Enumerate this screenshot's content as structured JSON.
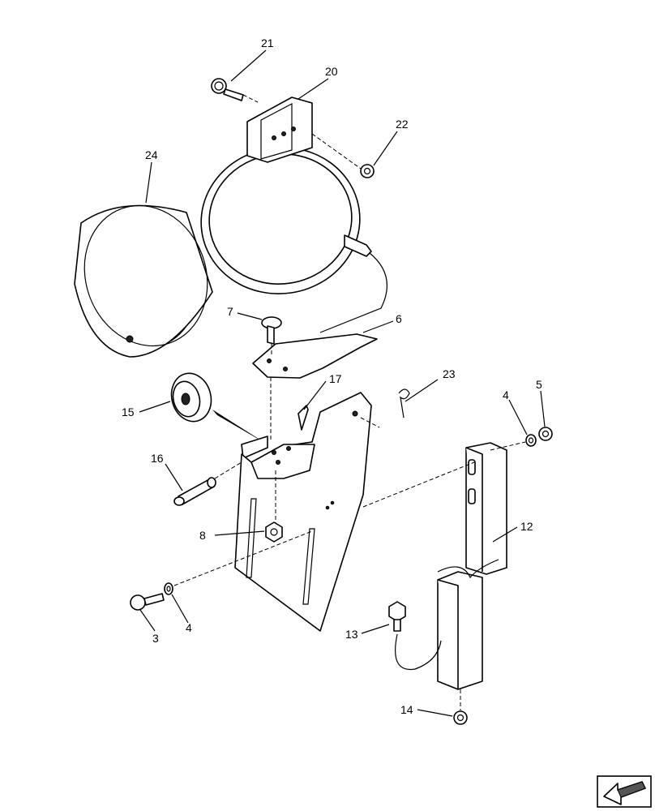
{
  "diagram": {
    "callouts": [
      {
        "id": "c21",
        "label": "21"
      },
      {
        "id": "c20",
        "label": "20"
      },
      {
        "id": "c22",
        "label": "22"
      },
      {
        "id": "c24",
        "label": "24"
      },
      {
        "id": "c7",
        "label": "7"
      },
      {
        "id": "c6",
        "label": "6"
      },
      {
        "id": "c17",
        "label": "17"
      },
      {
        "id": "c23",
        "label": "23"
      },
      {
        "id": "c15",
        "label": "15"
      },
      {
        "id": "c4a",
        "label": "4"
      },
      {
        "id": "c5",
        "label": "5"
      },
      {
        "id": "c16",
        "label": "16"
      },
      {
        "id": "c12",
        "label": "12"
      },
      {
        "id": "c8",
        "label": "8"
      },
      {
        "id": "c3",
        "label": "3"
      },
      {
        "id": "c4b",
        "label": "4"
      },
      {
        "id": "c13",
        "label": "13"
      },
      {
        "id": "c14",
        "label": "14"
      }
    ]
  },
  "navigation": {
    "icon": "arrow-icon"
  }
}
